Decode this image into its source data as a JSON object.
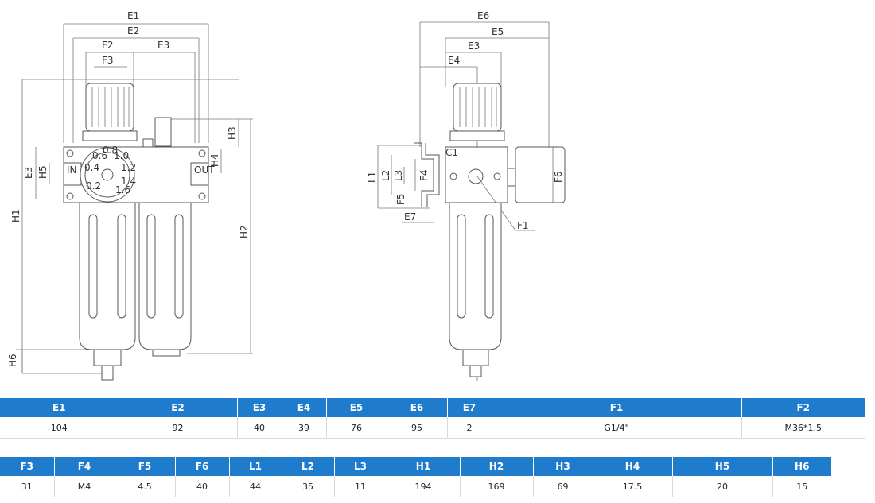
{
  "drawing": {
    "front_labels": {
      "E1": "E1",
      "E2": "E2",
      "F2": "F2",
      "E3_top": "E3",
      "F3": "F3",
      "H1": "H1",
      "H2": "H2",
      "H3": "H3",
      "H4": "H4",
      "H5": "H5",
      "H6": "H6",
      "E3_side": "E3",
      "IN": "IN",
      "OUT": "OUT"
    },
    "gauge_ticks": [
      "0.2",
      "0.4",
      "0.6",
      "0.8",
      "1.0",
      "1.2",
      "1.4",
      "1.6"
    ],
    "side_labels": {
      "E6": "E6",
      "E5": "E5",
      "E3": "E3",
      "E4": "E4",
      "C1": "C1",
      "L1": "L1",
      "L2": "L2",
      "L3": "L3",
      "F4": "F4",
      "F5": "F5",
      "E7": "E7",
      "F1": "F1",
      "F6": "F6"
    }
  },
  "table1": {
    "headers": [
      "E1",
      "E2",
      "E3",
      "E4",
      "E5",
      "E6",
      "E7",
      "F1",
      "F2"
    ],
    "values": [
      "104",
      "92",
      "40",
      "39",
      "76",
      "95",
      "2",
      "G1/4\"",
      "M36*1.5"
    ]
  },
  "table2": {
    "headers": [
      "F3",
      "F4",
      "F5",
      "F6",
      "L1",
      "L2",
      "L3",
      "H1",
      "H2",
      "H3",
      "H4",
      "H5",
      "H6"
    ],
    "values": [
      "31",
      "M4",
      "4.5",
      "40",
      "44",
      "35",
      "11",
      "194",
      "169",
      "69",
      "17.5",
      "20",
      "15"
    ]
  },
  "colors": {
    "header_bg": "#1f7ccc",
    "header_text": "#ffffff"
  }
}
